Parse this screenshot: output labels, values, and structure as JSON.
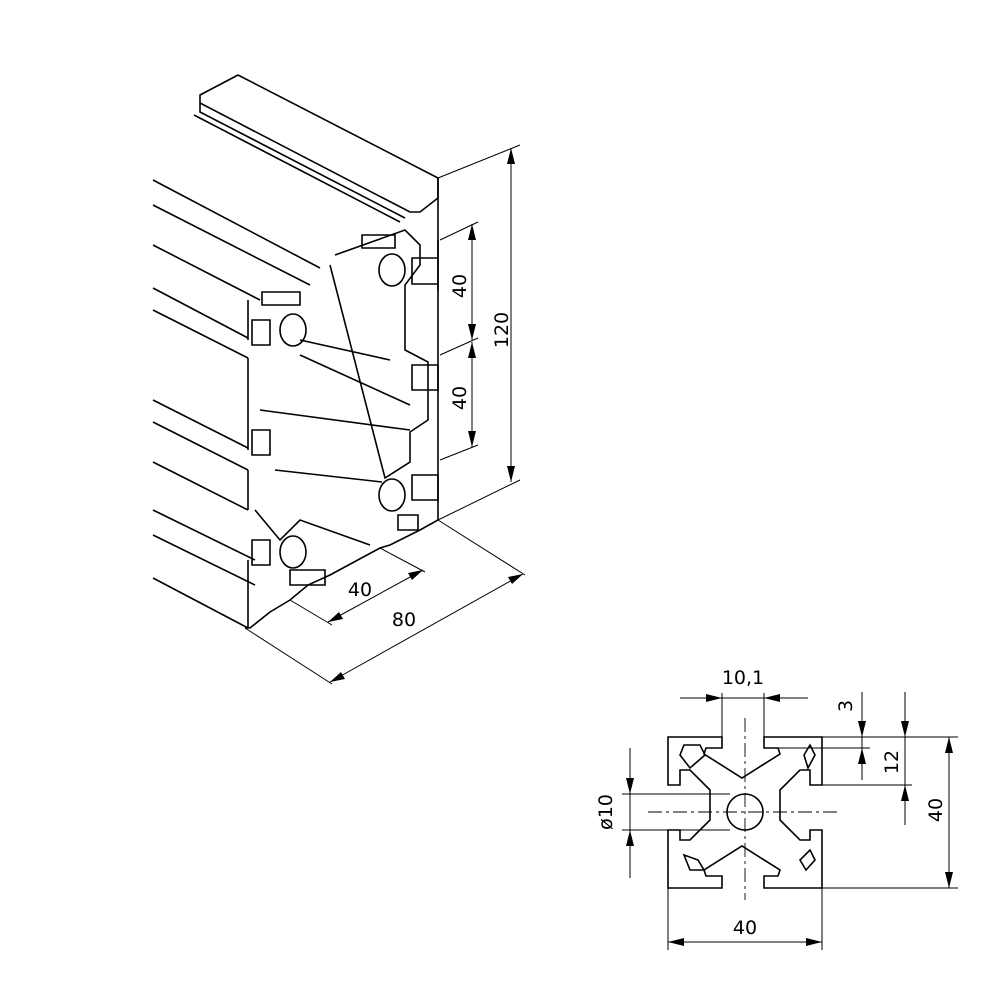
{
  "dimensions": {
    "isometric": {
      "height_total": "120",
      "height_upper": "40",
      "height_lower": "40",
      "width_inner": "40",
      "width_total": "80"
    },
    "section": {
      "slot_width": "10,1",
      "slot_depth": "3",
      "slot_height": "12",
      "height": "40",
      "width": "40",
      "bore": "ø10"
    }
  },
  "colors": {
    "line": "#000000",
    "background": "#ffffff"
  }
}
